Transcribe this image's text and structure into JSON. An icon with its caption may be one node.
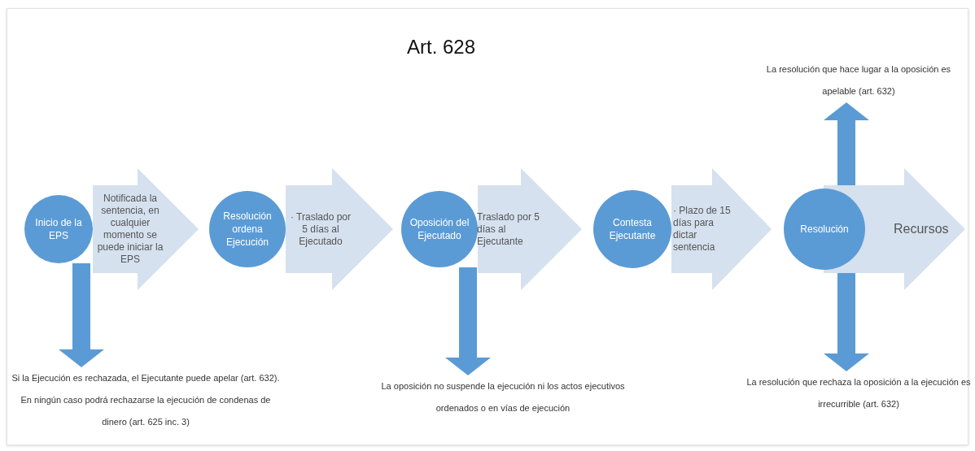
{
  "diagram": {
    "title": "Art. 628",
    "nodes": [
      {
        "text": [
          "Inicio de la EPS"
        ]
      },
      {
        "text": [
          "Resolución ordena Ejecución"
        ]
      },
      {
        "text": [
          "Oposición del Ejecutado"
        ]
      },
      {
        "text": [
          "Contesta Ejecutante"
        ]
      },
      {
        "text": [
          "Resolución"
        ]
      },
      {
        "text": [
          "La resolución que hace lugar a la oposición es apelable (art. 632)"
        ]
      },
      {
        "text": [
          "Si la Ejecución es rechazada, el Ejecutante puede apelar (art. 632). En ningún caso podrá rechazarse la ejecución de condenas de dinero (art. 625 inc. 3)"
        ]
      },
      {
        "text": [
          "La oposición no suspende la ejecución ni los actos ejecutivos ordenados o en vías de ejecución"
        ]
      },
      {
        "text": [
          "La resolución que rechaza la oposición a la ejecución es irrecurrible (art. 632)"
        ]
      },
      {
        "text": [
          "Recursos"
        ]
      }
    ],
    "edges": [
      {
        "from": 0,
        "to": 1,
        "arrow": "to",
        "style": "thick",
        "label": "Notificada la sentencia, en cualquier momento se puede iniciar la EPS"
      },
      {
        "from": 1,
        "to": 2,
        "arrow": "to",
        "style": "thick",
        "label": "· Traslado por 5 días al Ejecutado"
      },
      {
        "from": 2,
        "to": 3,
        "arrow": "to",
        "style": "thick",
        "label": "Traslado por 5 días al Ejecutante"
      },
      {
        "from": 3,
        "to": 4,
        "arrow": "to",
        "style": "thick",
        "label": "· Plazo de 15 días para dictar sentencia"
      },
      {
        "from": 0,
        "to": 6,
        "arrow": "to",
        "color": "#5b9bd5"
      },
      {
        "from": 2,
        "to": 7,
        "arrow": "to",
        "color": "#5b9bd5"
      },
      {
        "from": 4,
        "to": 8,
        "arrow": "to",
        "color": "#5b9bd5"
      },
      {
        "from": 4,
        "to": 5,
        "arrow": "to",
        "color": "#5b9bd5"
      }
    ]
  }
}
